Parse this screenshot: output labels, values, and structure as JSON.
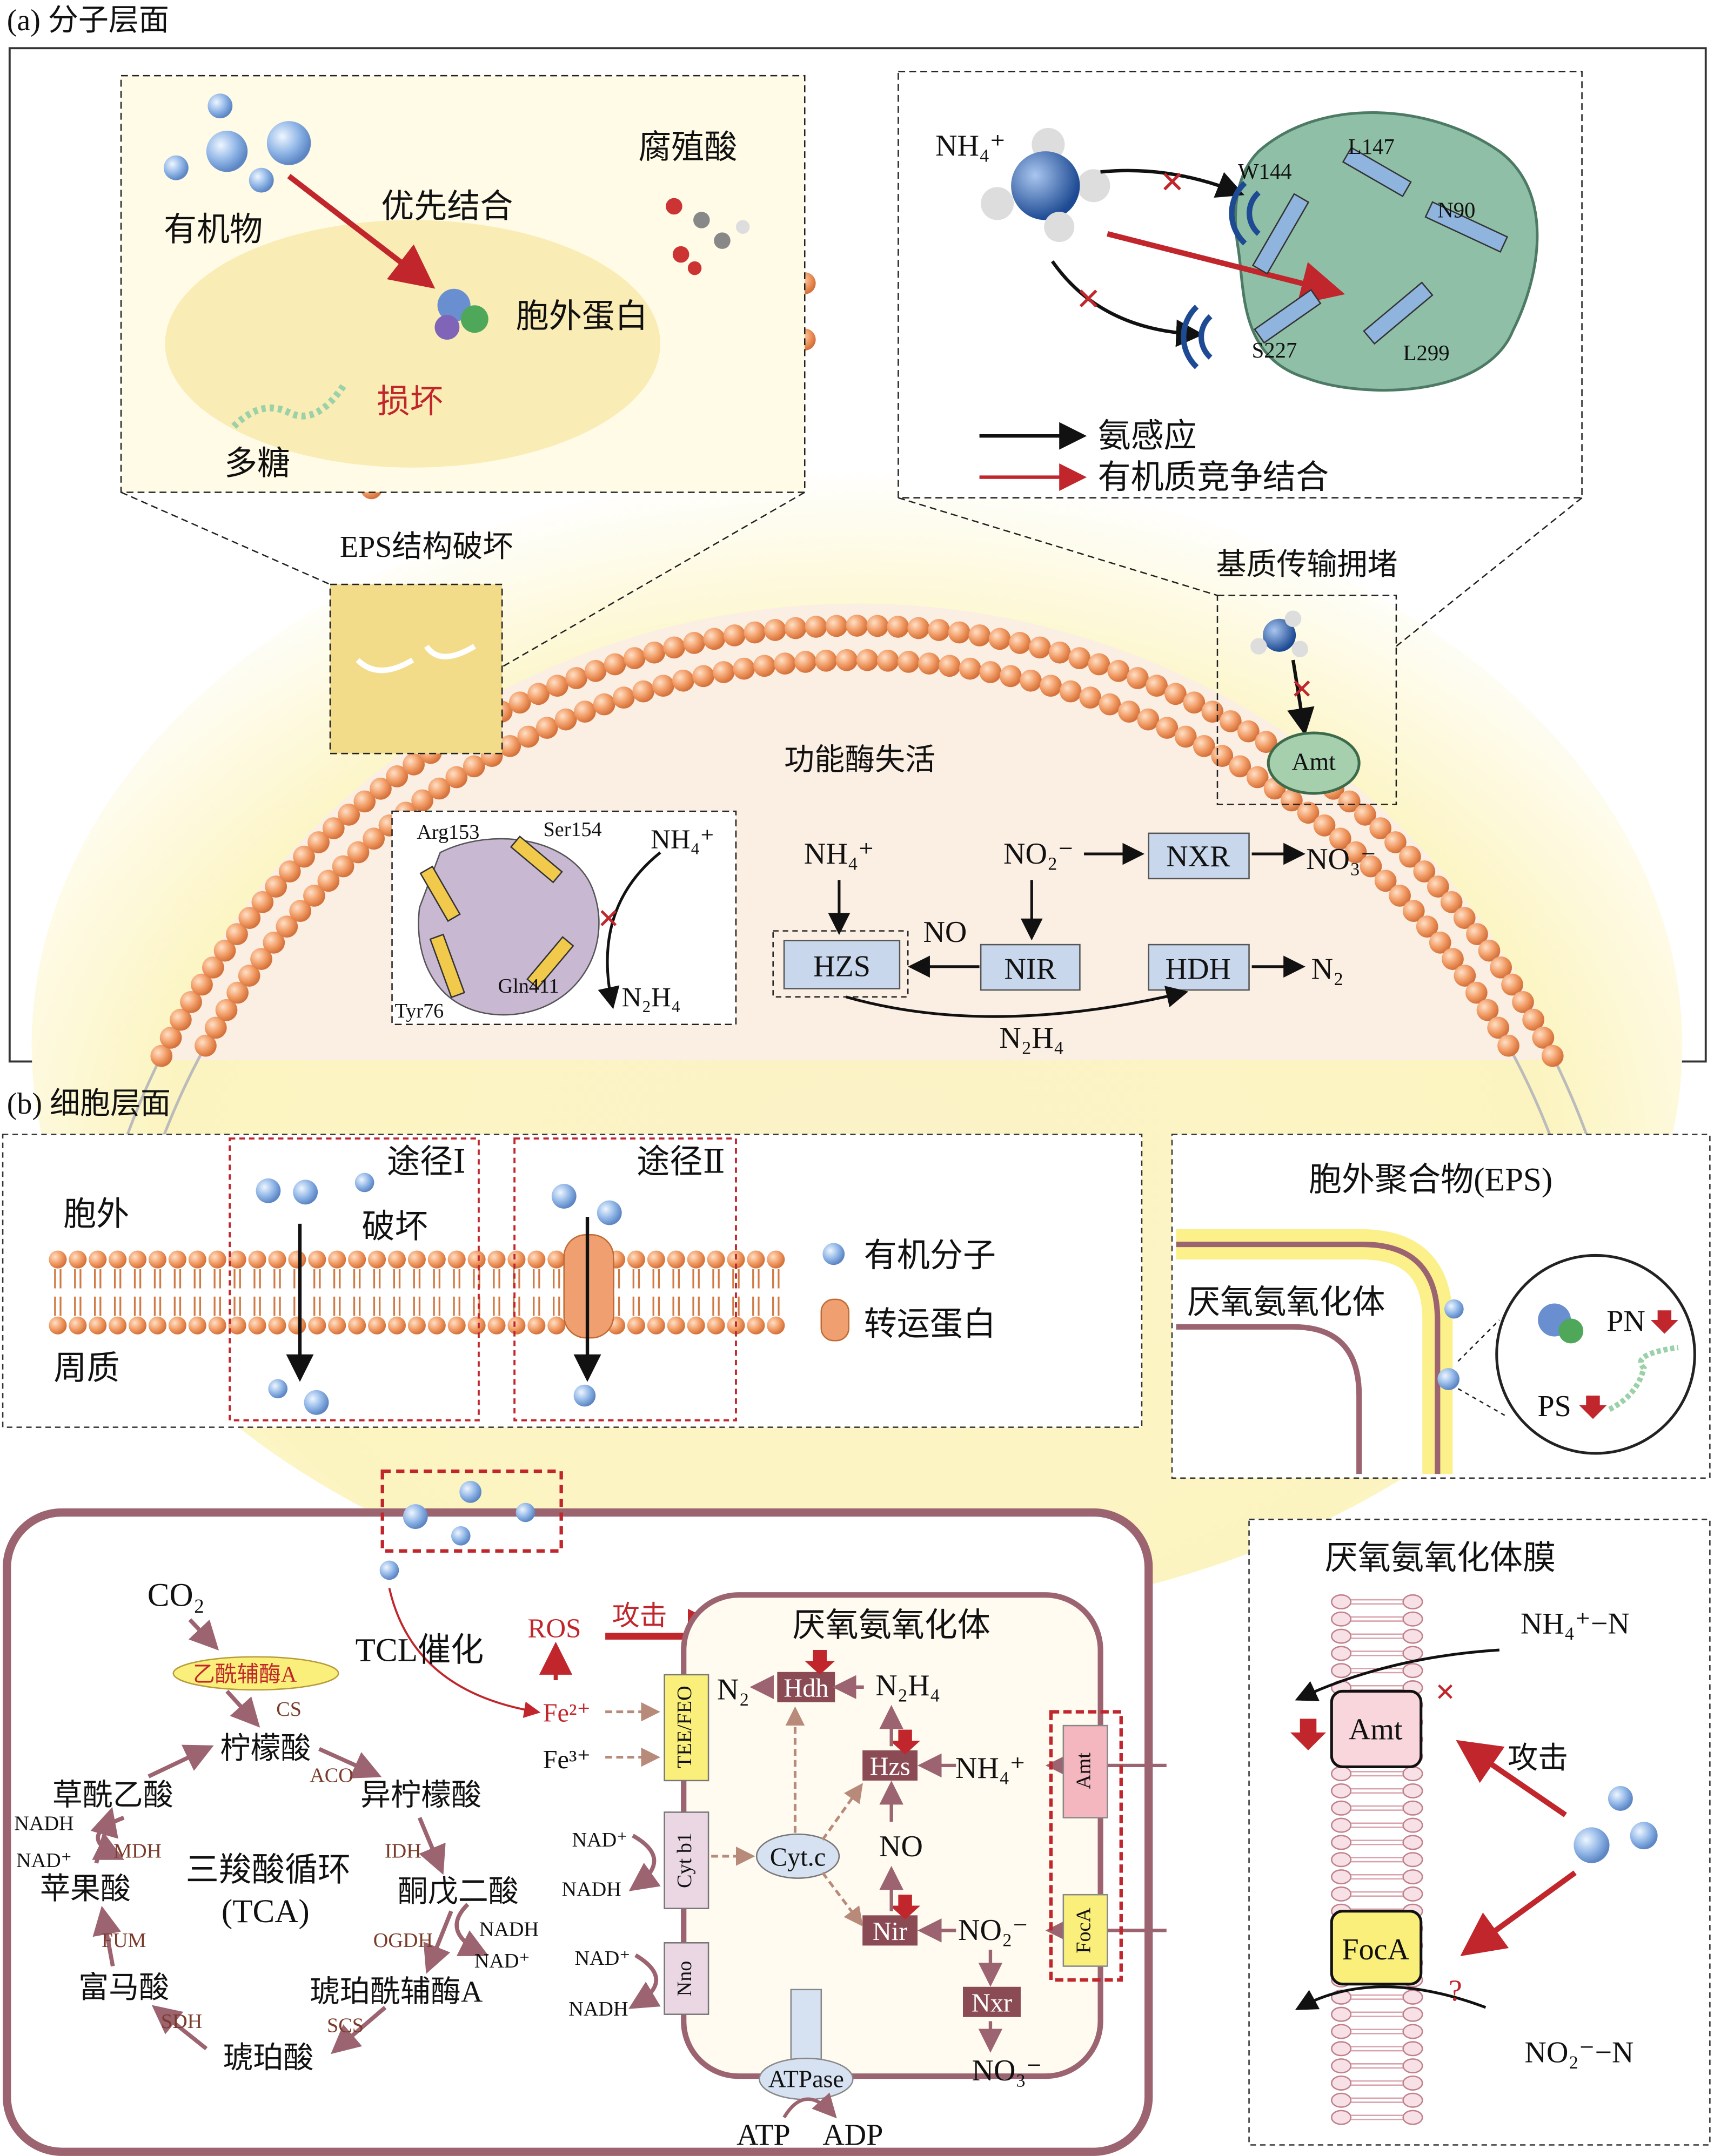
{
  "part_a": {
    "label": "(a)  分子层面",
    "left_inset": {
      "organics": "有机物",
      "preferential_binding": "优先结合",
      "humic_acid": "腐殖酸",
      "extracellular_protein": "胞外蛋白",
      "damage": "损坏",
      "polysaccharide": "多糖"
    },
    "right_inset": {
      "nh4": "NH₄⁺",
      "residues": [
        "W144",
        "L147",
        "N90",
        "S227",
        "L299"
      ],
      "legend": [
        {
          "label": "氨感应",
          "color": "#111111"
        },
        {
          "label": "有机质竞争结合",
          "color": "#c0262b"
        }
      ]
    },
    "eps_damage": "EPS结构破坏",
    "transport_block": "基质传输拥堵",
    "amt": "Amt",
    "enzyme_inactivation": "功能酶失活",
    "enzyme_inset": {
      "residues": [
        "Arg153",
        "Ser154",
        "Tyr76",
        "Gln411"
      ],
      "nh4": "NH₄⁺",
      "n2h4": "N₂H₄"
    },
    "pathway": {
      "nh4": "NH₄⁺",
      "no2": "NO₂⁻",
      "nxr": "NXR",
      "no3": "NO₃⁻",
      "hzs": "HZS",
      "no": "NO",
      "nir": "NIR",
      "hdh": "HDH",
      "n2": "N₂",
      "n2h4": "N₂H₄"
    }
  },
  "part_b": {
    "label": "(b)  细胞层面",
    "membrane_panel": {
      "outside": "胞外",
      "periplasm": "周质",
      "route1": "途径Ⅰ",
      "route1_damage": "破坏",
      "route2": "途径Ⅱ",
      "legend_organic": "有机分子",
      "legend_transporter": "转运蛋白"
    },
    "eps_panel": {
      "title": "胞外聚合物(EPS)",
      "anammoxosome": "厌氧氨氧化体",
      "pn": "PN",
      "ps": "PS"
    },
    "tca": {
      "co2": "CO₂",
      "acetyl_coa": "乙酰辅酶A",
      "cs": "CS",
      "citrate": "柠檬酸",
      "aco": "ACO",
      "isocitrate": "异柠檬酸",
      "oxaloacetate": "草酰乙酸",
      "nadh_mdh": "NADH",
      "mdh": "MDH",
      "nad_mdh": "NAD⁺",
      "malate": "苹果酸",
      "cycle_name": "三羧酸循环",
      "cycle_abbr": "(TCA)",
      "idh": "IDH",
      "ketoglutarate": "酮戊二酸",
      "nadh_ogdh": "NADH",
      "ogdh": "OGDH",
      "nad_ogdh": "NAD⁺",
      "fum": "FUM",
      "fumarate": "富马酸",
      "succinyl_coa": "琥珀酰辅酶A",
      "sdh": "SDH",
      "scs": "SCS",
      "succinate": "琥珀酸"
    },
    "cell": {
      "tcl": "TCL催化",
      "ros": "ROS",
      "attack": "攻击",
      "fe2": "Fe²⁺",
      "fe3": "Fe³⁺",
      "tee_feo": "TEE/FEO",
      "cyt_b1": "Cyt b1",
      "nno": "Nno",
      "nad1": "NAD⁺",
      "nadh1": "NADH",
      "nad2": "NAD⁺",
      "nadh2": "NADH",
      "anammoxosome": "厌氧氨氧化体",
      "n2": "N₂",
      "hdh": "Hdh",
      "n2h4": "N₂H₄",
      "hzs": "Hzs",
      "nh4": "NH₄⁺",
      "cytc": "Cyt.c",
      "no": "NO",
      "nir": "Nir",
      "no2": "NO₂⁻",
      "nxr": "Nxr",
      "no3": "NO₃⁻",
      "amt": "Amt",
      "foca": "FocA",
      "atpase": "ATPase",
      "atp": "ATP",
      "adp": "ADP"
    },
    "membrane_detail": {
      "title": "厌氧氨氧化体膜",
      "nh4n": "NH₄⁺−N",
      "attack": "攻击",
      "amt": "Amt",
      "foca": "FocA",
      "no2n": "NO₂⁻−N",
      "unknown": "?"
    }
  },
  "colors": {
    "bead": "#f0a070",
    "enzyme_box": "#c9d7ec",
    "inhibition_red": "#c0262b",
    "cell_outline": "#9b6470",
    "enzyme_dark": "#8a4b55",
    "tee_yellow": "#f9ef7a",
    "cyt_pink": "#ead7e3",
    "amt_pink": "#f4b7bf"
  }
}
